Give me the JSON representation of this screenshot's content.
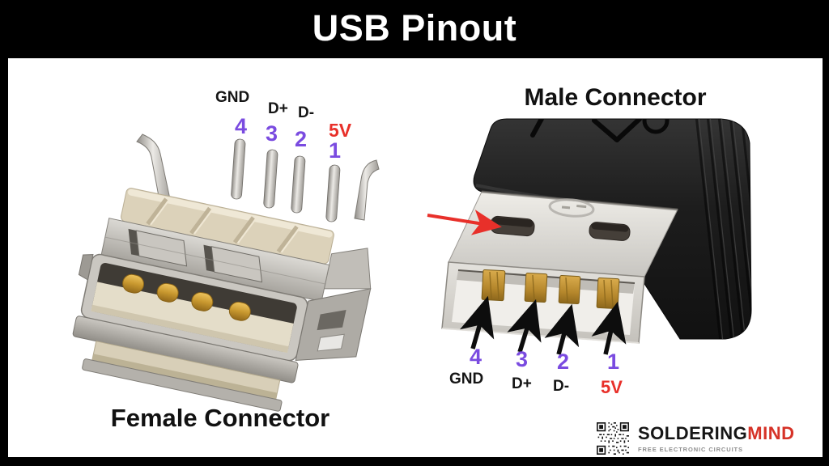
{
  "header": {
    "title": "USB Pinout"
  },
  "female": {
    "caption": "Female Connector",
    "pins": [
      {
        "number": "4",
        "signal": "GND"
      },
      {
        "number": "3",
        "signal": "D+"
      },
      {
        "number": "2",
        "signal": "D-"
      },
      {
        "number": "1",
        "signal": "5V"
      }
    ]
  },
  "male": {
    "title": "Male Connector",
    "pins": [
      {
        "number": "4",
        "signal": "GND"
      },
      {
        "number": "3",
        "signal": "D+"
      },
      {
        "number": "2",
        "signal": "D-"
      },
      {
        "number": "1",
        "signal": "5V"
      }
    ]
  },
  "branding": {
    "brand_black": "SOLDERING",
    "brand_red": "MIND",
    "tagline": "FREE ELECTRONIC CIRCUITS",
    "qr_icon": "qr-code"
  },
  "colors": {
    "title_bar_bg": "#000000",
    "title_text": "#ffffff",
    "accent_purple": "#7a4be0",
    "accent_red": "#e8302a",
    "label_black": "#151515",
    "brand_red": "#d63227",
    "tagline_gray": "#8f8f8f"
  }
}
